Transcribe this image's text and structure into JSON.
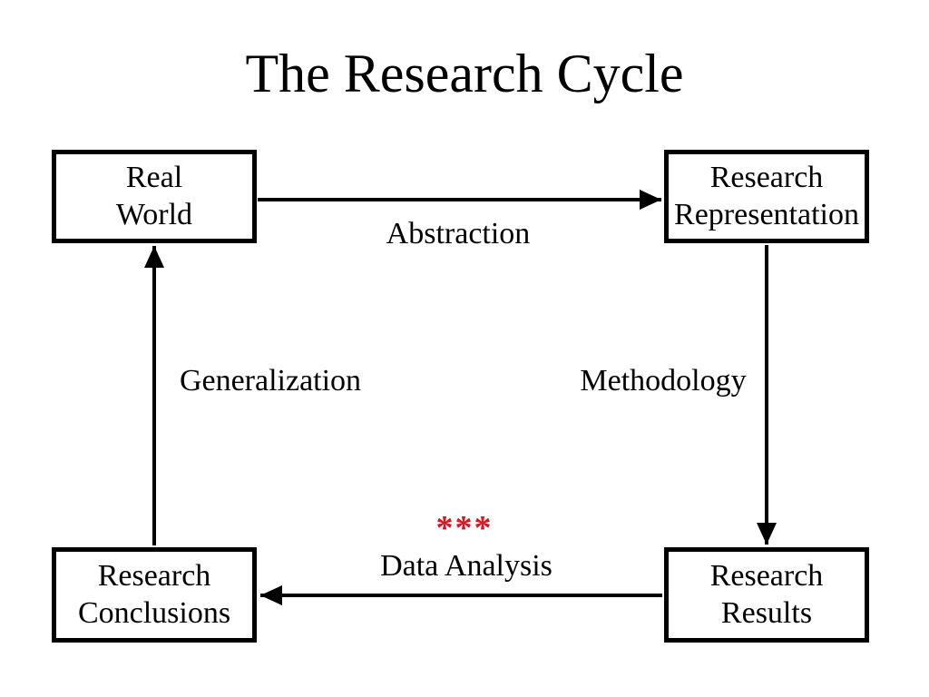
{
  "title": "The Research Cycle",
  "boxes": {
    "real_world": {
      "label": "Real\nWorld"
    },
    "research_representation": {
      "label": "Research\nRepresentation"
    },
    "research_results": {
      "label": "Research\nResults"
    },
    "research_conclusions": {
      "label": "Research\nConclusions"
    }
  },
  "edge_labels": {
    "abstraction": "Abstraction",
    "methodology": "Methodology",
    "data_analysis": "Data Analysis",
    "generalization": "Generalization",
    "annotation": "***"
  },
  "flow": [
    {
      "from": "Real World",
      "to": "Research Representation",
      "label": "Abstraction"
    },
    {
      "from": "Research Representation",
      "to": "Research Results",
      "label": "Methodology"
    },
    {
      "from": "Research Results",
      "to": "Research Conclusions",
      "label": "Data Analysis"
    },
    {
      "from": "Research Conclusions",
      "to": "Real World",
      "label": "Generalization"
    }
  ],
  "colors": {
    "background": "#ffffff",
    "line": "#000000",
    "text": "#000000",
    "annotation": "#e0131f"
  }
}
